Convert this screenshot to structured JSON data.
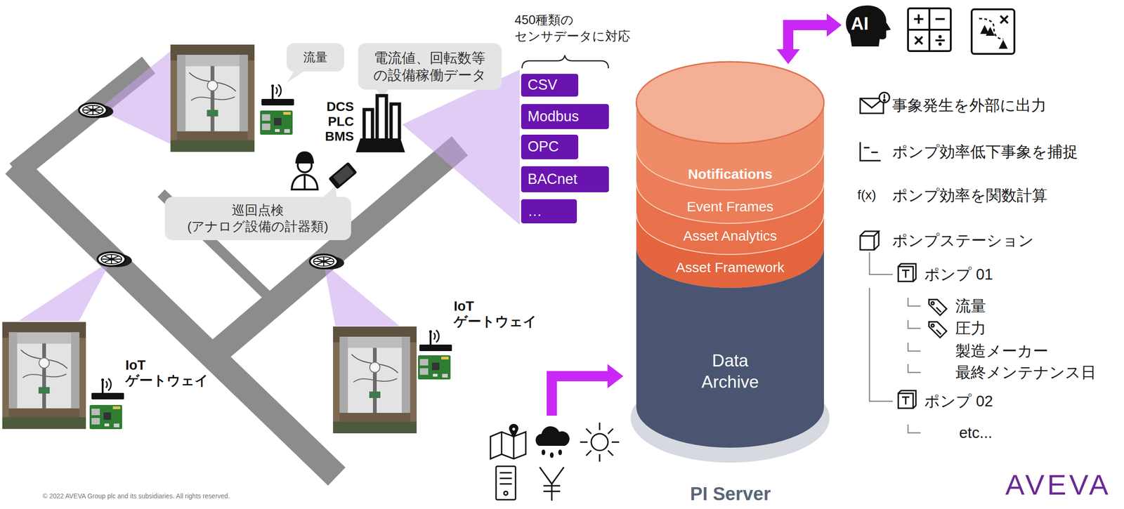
{
  "diagram": {
    "nodes": [
      {
        "text": [
          "流量"
        ]
      },
      {
        "text": [
          "電流値、回転数等 の設備稼働データ"
        ]
      },
      {
        "text": [
          "巡回点検 (アナログ設備の計器類)"
        ]
      },
      {
        "text": [
          "CSV"
        ]
      },
      {
        "text": [
          "Modbus"
        ]
      },
      {
        "text": [
          "OPC"
        ]
      },
      {
        "text": [
          "BACnet"
        ]
      },
      {
        "text": [
          "…"
        ]
      },
      {
        "text": [
          "AI"
        ]
      },
      {
        "text": [
          "PI Server"
        ]
      },
      {
        "text": [
          "Notifications"
        ],
        "in": 9
      },
      {
        "text": [
          "Event Frames"
        ],
        "in": 9
      },
      {
        "text": [
          "Asset Analytics"
        ],
        "in": 9
      },
      {
        "text": [
          "Asset Framework"
        ],
        "in": 9
      },
      {
        "text": [
          "Data Archive"
        ],
        "in": 9
      }
    ],
    "edges": [
      {
        "from": 9,
        "to": 8,
        "arrow": "both"
      }
    ],
    "labels": [
      "450種類の センサデータに対応",
      "DCS PLC BMS",
      "IoT ゲートウェイ",
      "IoT ゲートウェイ",
      "事象発生を外部に出力",
      "ポンプ効率低下事象を捕捉",
      "f(x)",
      "ポンプ効率を関数計算",
      "ポンプステーション",
      "ポンプ 01",
      "流量",
      "圧力",
      "製造メーカー",
      "最終メンテナンス日",
      "ポンプ 02",
      "etc...",
      "AVEVA",
      "© 2022 AVEVA Group plc and its subsidiaries. All rights reserved."
    ]
  }
}
